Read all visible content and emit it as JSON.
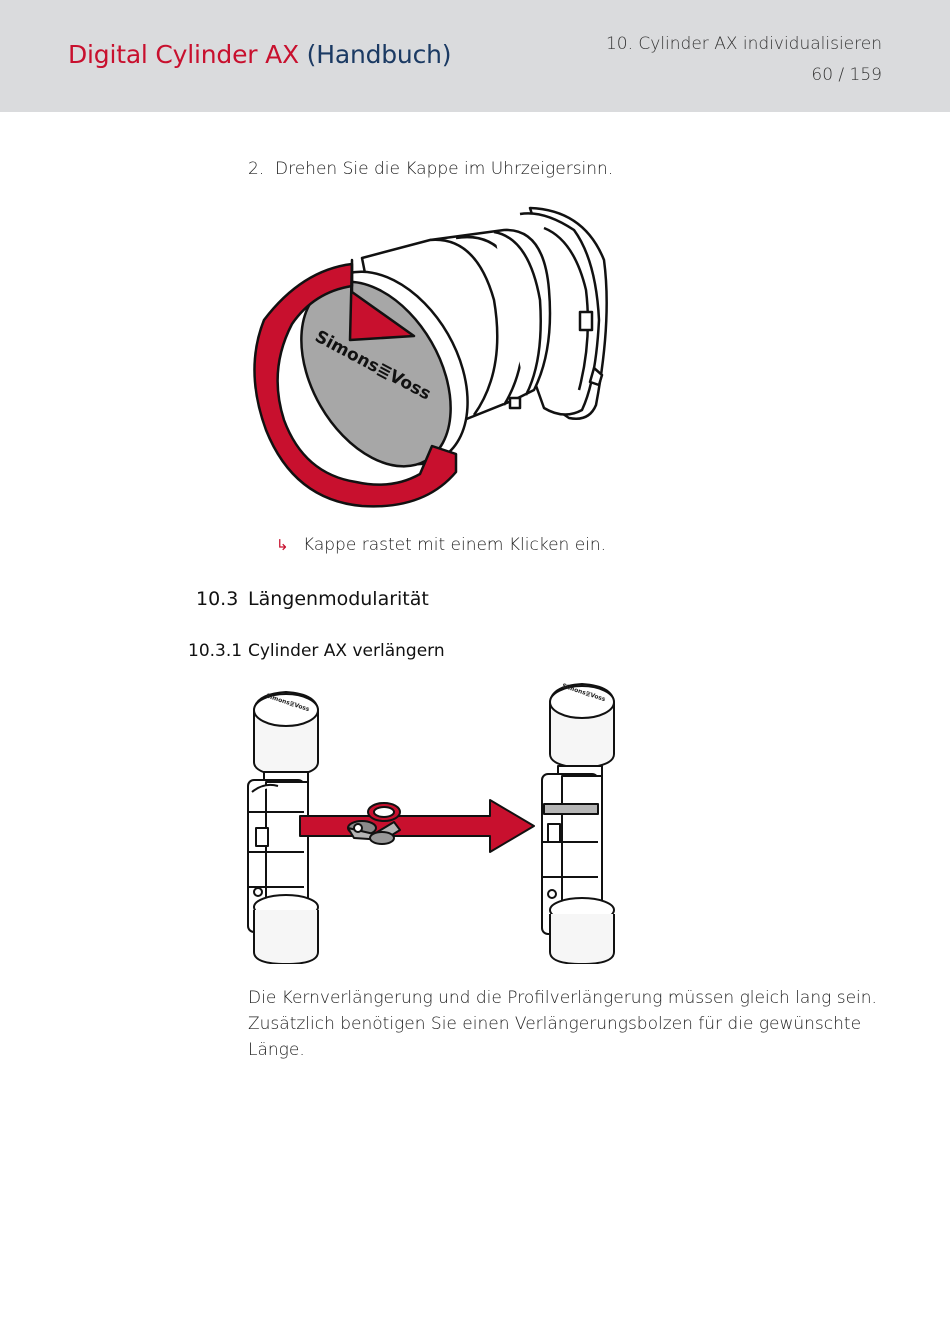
{
  "header": {
    "brand_red": "Digital Cylinder AX",
    "brand_blue": "(Handbuch)",
    "chapter": "10. Cylinder AX individualisieren",
    "page": "60 / 159"
  },
  "step": {
    "number": "2.",
    "text": "Drehen Sie die Kappe im Uhrzeigersinn."
  },
  "figure1": {
    "logo_text": "Simons≣Voss"
  },
  "result": {
    "arrow": "↳",
    "text": "Kappe rastet mit einem Klicken ein."
  },
  "section": {
    "number": "10.3",
    "title": "Längenmodularität"
  },
  "subsection": {
    "number": "10.3.1",
    "title": "Cylinder AX verlängern"
  },
  "figure2": {
    "logo_text": "Simons≣Voss"
  },
  "paragraph": "Die Kernverlängerung und die Profilverlängerung müssen gleich lang sein. Zusätzlich benötigen Sie einen Verlängerungsbolzen für die gewünschte Länge.",
  "colors": {
    "header_bg": "#dadbdd",
    "brand_red": "#c8102e",
    "brand_blue": "#1b3a63"
  }
}
